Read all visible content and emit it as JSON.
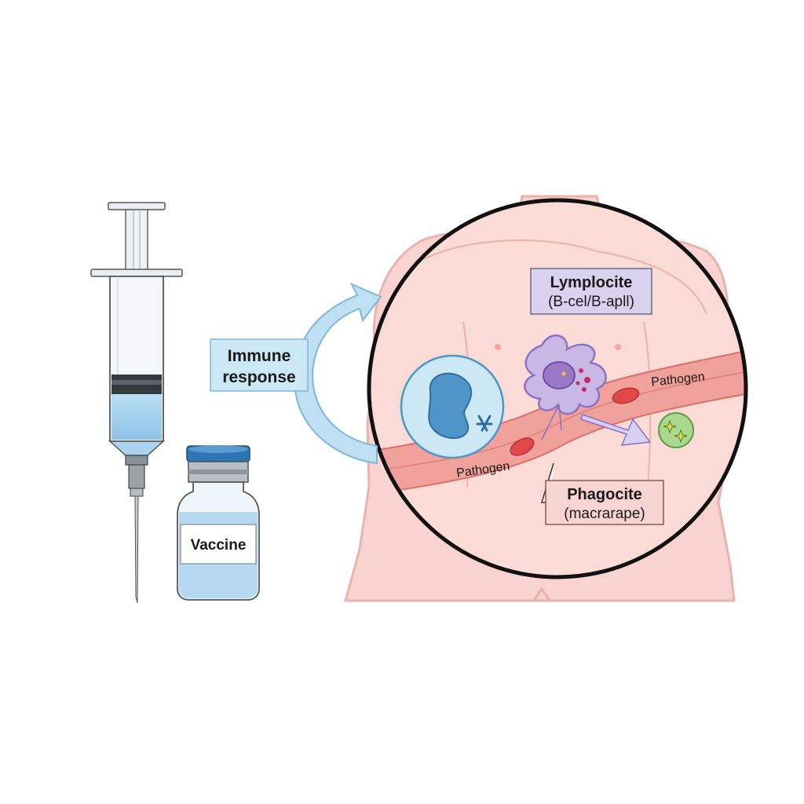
{
  "labels": {
    "immune_response_line1": "Immune",
    "immune_response_line2": "response",
    "vaccine": "Vaccine",
    "lymphocyte_line1": "Lymplocite",
    "lymphocyte_line2": "(B-cel/B-apll)",
    "pathogen_upper": "Pathogen",
    "pathogen_lower": "Pathogen",
    "phagocyte_line1": "Phagocite",
    "phagocyte_line2": "(macrarape)"
  },
  "colors": {
    "skin": "#f8d3cf",
    "skin_outline": "#eab3ad",
    "vessel": "#f0a19c",
    "vessel_dark": "#d9716c",
    "liquid": "#a9d3ee",
    "arrow_blue": "#bfe0f2",
    "lymph_box": "#d9d2ee",
    "phago_box": "#f7d3d2",
    "cell_purple": "#c9b8e6",
    "cell_blue": "#4f95c9",
    "rbc": "#e2484a",
    "green_cell": "#a9d98f"
  }
}
